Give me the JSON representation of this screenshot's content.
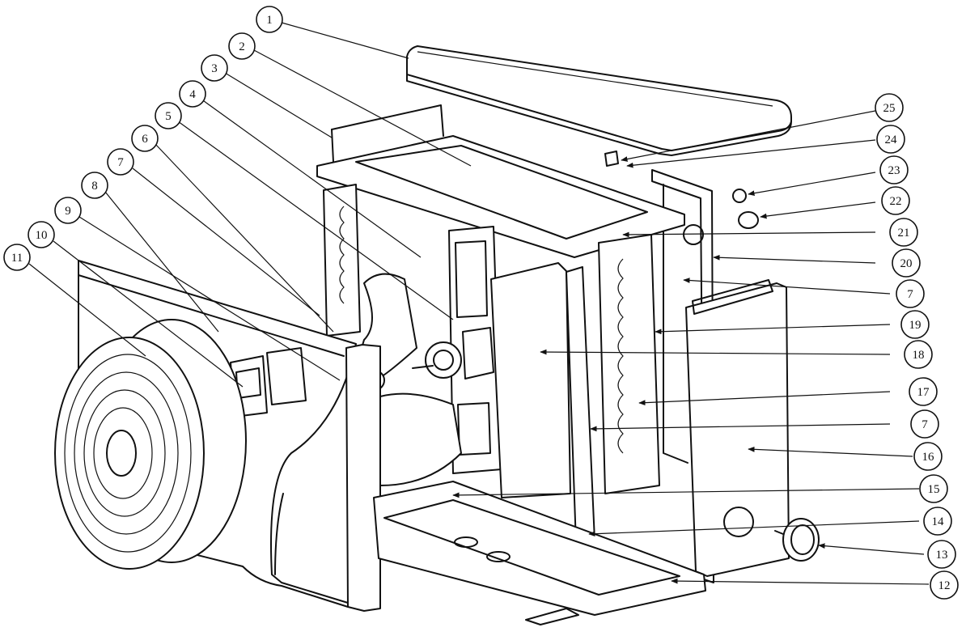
{
  "diagram": {
    "callouts": [
      {
        "id": "1",
        "label": "1"
      },
      {
        "id": "2",
        "label": "2"
      },
      {
        "id": "3",
        "label": "3"
      },
      {
        "id": "4",
        "label": "4"
      },
      {
        "id": "5",
        "label": "5"
      },
      {
        "id": "6",
        "label": "6"
      },
      {
        "id": "7a",
        "label": "7"
      },
      {
        "id": "8",
        "label": "8"
      },
      {
        "id": "9",
        "label": "9"
      },
      {
        "id": "10",
        "label": "10"
      },
      {
        "id": "11",
        "label": "11"
      },
      {
        "id": "25",
        "label": "25"
      },
      {
        "id": "24",
        "label": "24"
      },
      {
        "id": "23",
        "label": "23"
      },
      {
        "id": "22",
        "label": "22"
      },
      {
        "id": "21",
        "label": "21"
      },
      {
        "id": "20",
        "label": "20"
      },
      {
        "id": "7b",
        "label": "7"
      },
      {
        "id": "19",
        "label": "19"
      },
      {
        "id": "18",
        "label": "18"
      },
      {
        "id": "17",
        "label": "17"
      },
      {
        "id": "7c",
        "label": "7"
      },
      {
        "id": "16",
        "label": "16"
      },
      {
        "id": "15",
        "label": "15"
      },
      {
        "id": "14",
        "label": "14"
      },
      {
        "id": "13",
        "label": "13"
      },
      {
        "id": "12",
        "label": "12"
      }
    ]
  }
}
